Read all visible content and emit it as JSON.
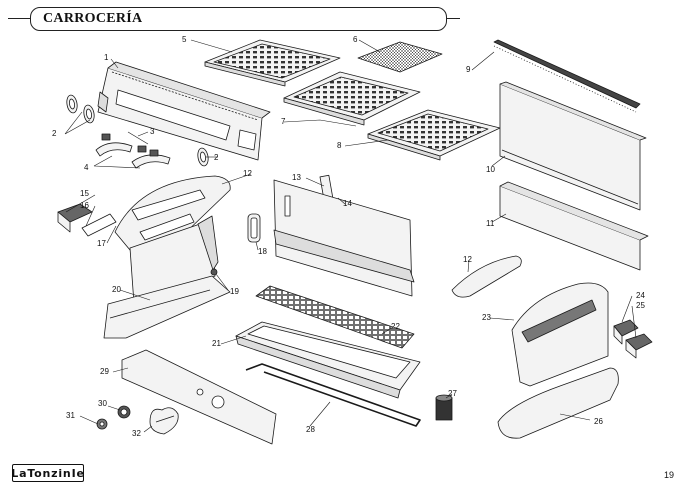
{
  "header": {
    "title": "CARROCERÍA"
  },
  "footer": {
    "brand": "LaTonzinIe",
    "page_number": "19"
  },
  "callouts": [
    "1",
    "2",
    "2",
    "3",
    "4",
    "5",
    "6",
    "7",
    "8",
    "9",
    "10",
    "11",
    "12",
    "12",
    "13",
    "14",
    "15",
    "16",
    "17",
    "18",
    "19",
    "20",
    "21",
    "22",
    "23",
    "24",
    "25",
    "26",
    "27",
    "28",
    "29",
    "30",
    "31",
    "32"
  ],
  "colors": {
    "line": "#1a1a1a",
    "part_fill": "#f3f3f3",
    "dark_fill": "#444444"
  }
}
